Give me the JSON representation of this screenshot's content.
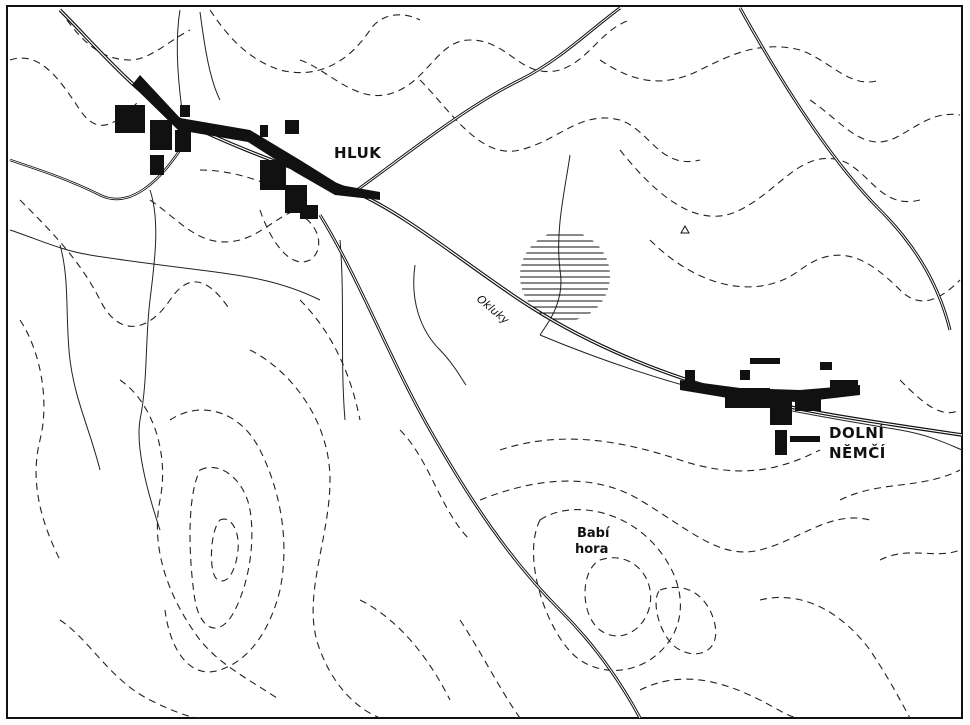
{
  "map": {
    "labels": {
      "hluk": "HLUK",
      "dolni": "DOLNÍ",
      "nemci": "NĚMČÍ",
      "babi": "Babí",
      "hora": "hora",
      "okluky": "Okluky"
    },
    "colors": {
      "ink": "#111111",
      "paper": "#ffffff"
    }
  }
}
